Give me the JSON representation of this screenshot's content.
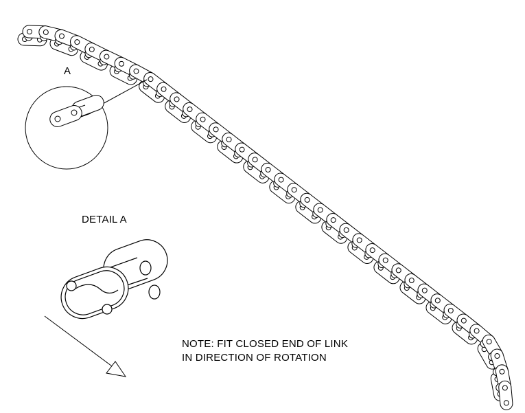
{
  "detail_callout": {
    "label": "A"
  },
  "detail_title": "DETAIL A",
  "note": {
    "line1": "NOTE: FIT CLOSED END OF LINK",
    "line2": "IN DIRECTION OF ROTATION"
  },
  "colors": {
    "ink": "#000000",
    "paper": "#ffffff"
  }
}
